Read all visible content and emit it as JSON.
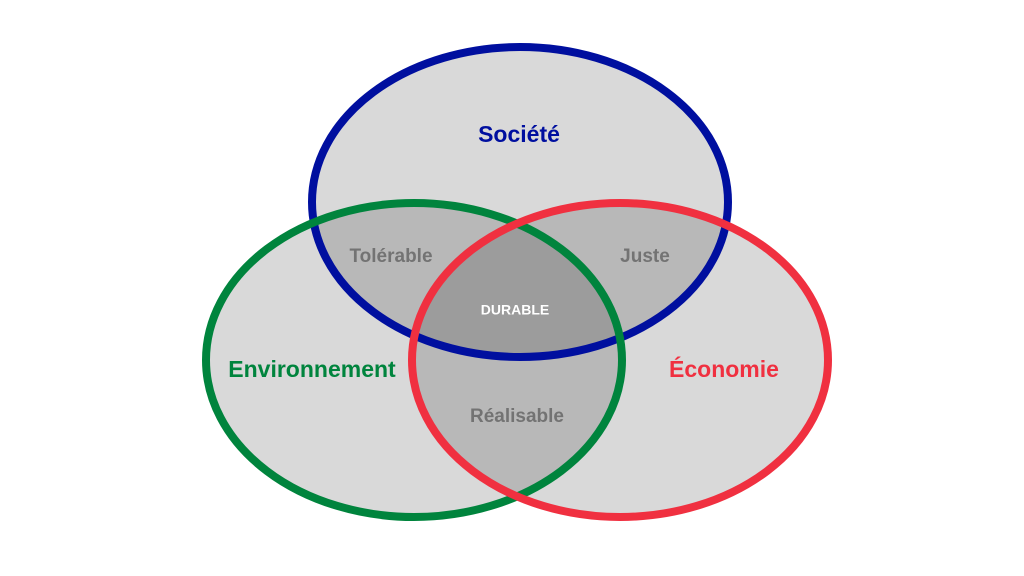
{
  "sets": {
    "society": {
      "label": "Société",
      "color": "#000f9f"
    },
    "environment": {
      "label": "Environnement",
      "color": "#00843d"
    },
    "economy": {
      "label": "Économie",
      "color": "#f03040"
    }
  },
  "intersections": {
    "society_environment": "Tolérable",
    "society_economy": "Juste",
    "environment_economy": "Réalisable",
    "all": "DURABLE"
  },
  "colors": {
    "fill": "#d9d9d9",
    "intersection_text": "#737373",
    "center_text": "#ffffff"
  }
}
